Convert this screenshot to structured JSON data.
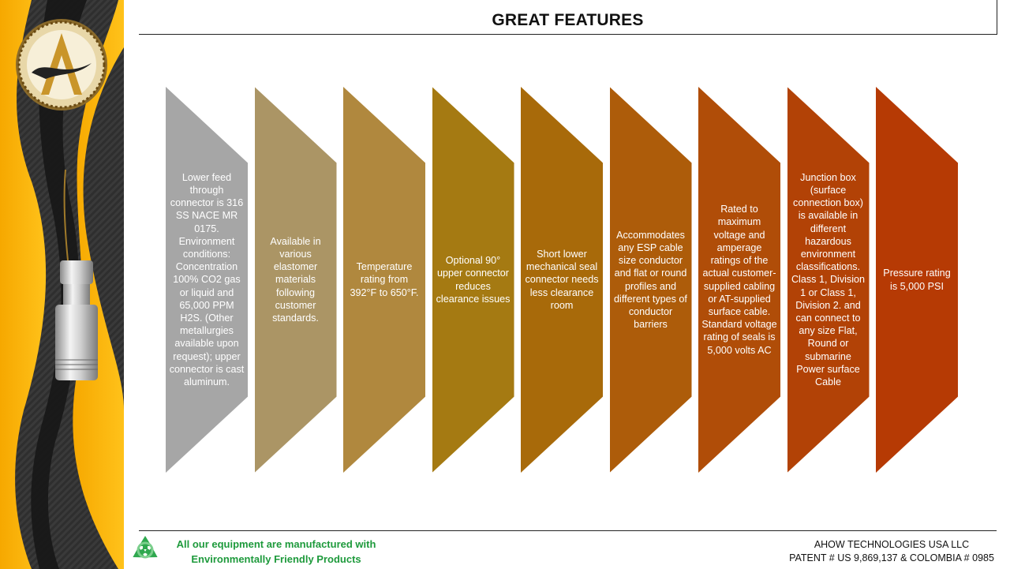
{
  "title": "GREAT FEATURES",
  "features": [
    {
      "text": "Lower feed through connector is 316 SS NACE MR 0175. Environment conditions: Concentration 100% CO2 gas or liquid and 65,000 PPM H2S. (Other metallurgies available upon request); upper connector is cast aluminum.",
      "color": "#a6a6a6"
    },
    {
      "text": "Available in various elastomer materials following customer standards.",
      "color": "#ab9565"
    },
    {
      "text": "Temperature rating from 392°F to 650°F.",
      "color": "#b0883e"
    },
    {
      "text": "Optional 90° upper connector reduces clearance issues",
      "color": "#a57a12"
    },
    {
      "text": "Short lower mechanical seal connector needs less clearance room",
      "color": "#a86a0a"
    },
    {
      "text": "Accommodates any ESP cable size conductor and flat or round profiles and different types of conductor barriers",
      "color": "#ad5c0a"
    },
    {
      "text": "Rated to maximum voltage and amperage ratings of the actual customer-supplied cabling or AT-supplied surface cable. Standard voltage rating of seals is 5,000 volts AC",
      "color": "#b04d08"
    },
    {
      "text": "Junction box (surface connection box) is available in different hazardous environment classifications. Class 1, Division 1 or Class 1, Division 2. and can connect to any size Flat, Round or submarine Power surface Cable",
      "color": "#b24206"
    },
    {
      "text": "Pressure rating is 5,000 PSI",
      "color": "#b63a04"
    }
  ],
  "footer": {
    "eco_line1": "All our equipment are manufactured with",
    "eco_line2": "Environmentally Friendly Products",
    "company": "AHOW TECHNOLOGIES  USA LLC",
    "patent": "PATENT # US 9,869,137 & COLOMBIA # 0985"
  },
  "icons": {
    "logo": "company-logo-emblem",
    "recycle": "recycle-icon",
    "product": "connector-product-photo"
  }
}
